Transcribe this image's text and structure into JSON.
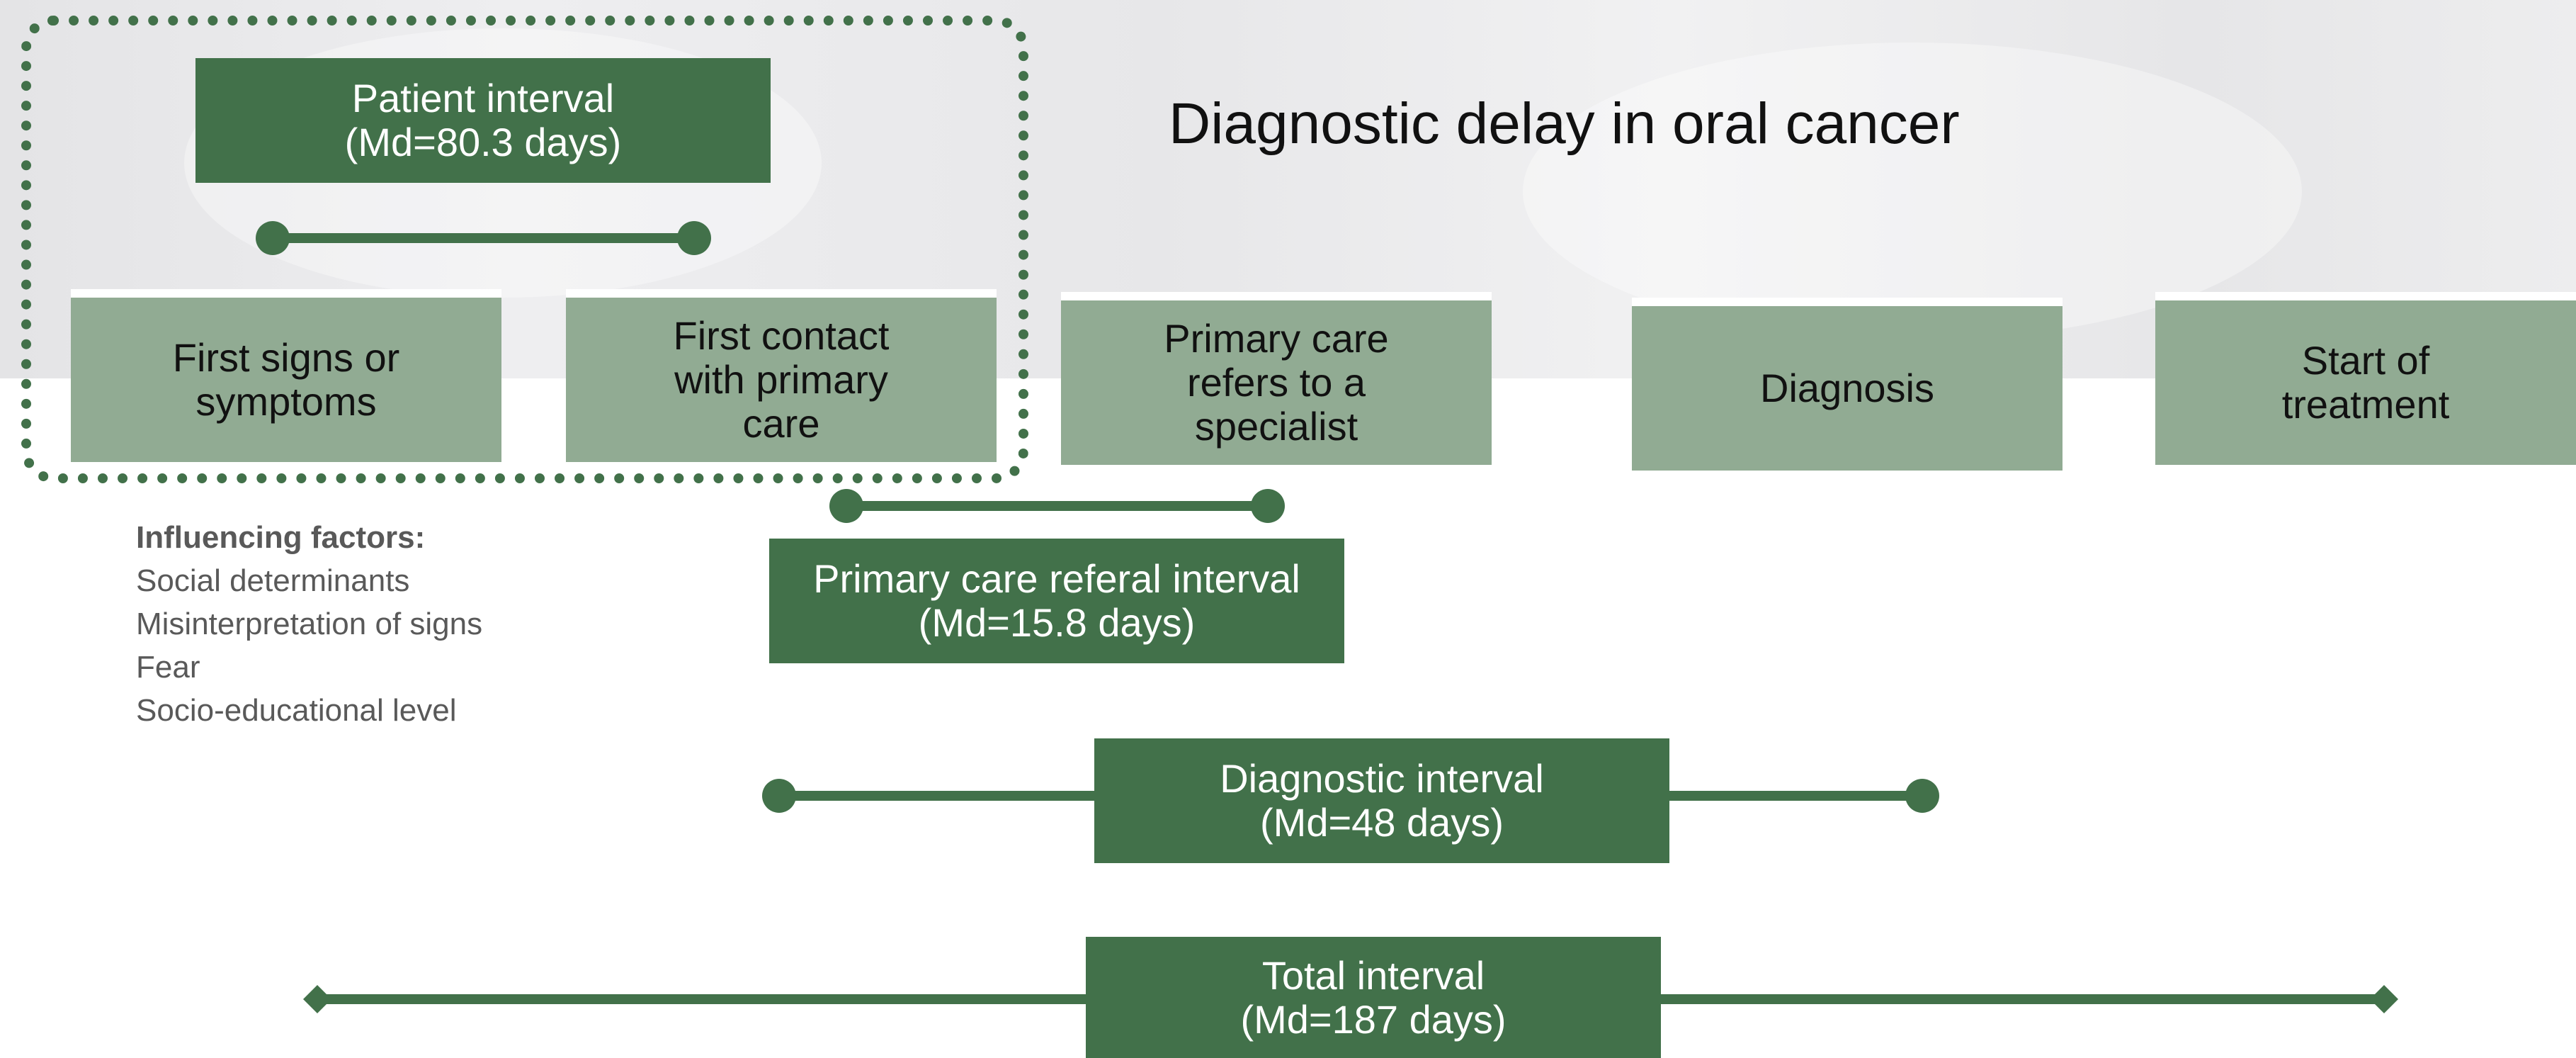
{
  "title": "Diagnostic delay in oral cancer",
  "stages": [
    {
      "label": "First signs or\nsymptoms"
    },
    {
      "label": "First contact\nwith primary\ncare"
    },
    {
      "label": "Primary care\nrefers to a\nspecialist"
    },
    {
      "label": "Diagnosis"
    },
    {
      "label": "Start of\ntreatment"
    }
  ],
  "intervals": {
    "patient": {
      "name": "Patient interval",
      "median": "(Md=80.3 days)",
      "days": 80.3
    },
    "referral": {
      "name": "Primary care referal interval",
      "median": "(Md=15.8 days)",
      "days": 15.8
    },
    "diagnostic": {
      "name": "Diagnostic interval",
      "median": "(Md=48 days)",
      "days": 48
    },
    "total": {
      "name": "Total interval",
      "median": "(Md=187 days)",
      "days": 187
    }
  },
  "influencing_factors": {
    "heading": "Influencing factors:",
    "items": [
      "Social determinants",
      "Misinterpretation of signs",
      "Fear",
      "Socio-educational level"
    ]
  },
  "colors": {
    "interval_box": "#42714a",
    "stage_box": "#91ab93",
    "connector": "#42714a",
    "factors_text": "#595959"
  }
}
